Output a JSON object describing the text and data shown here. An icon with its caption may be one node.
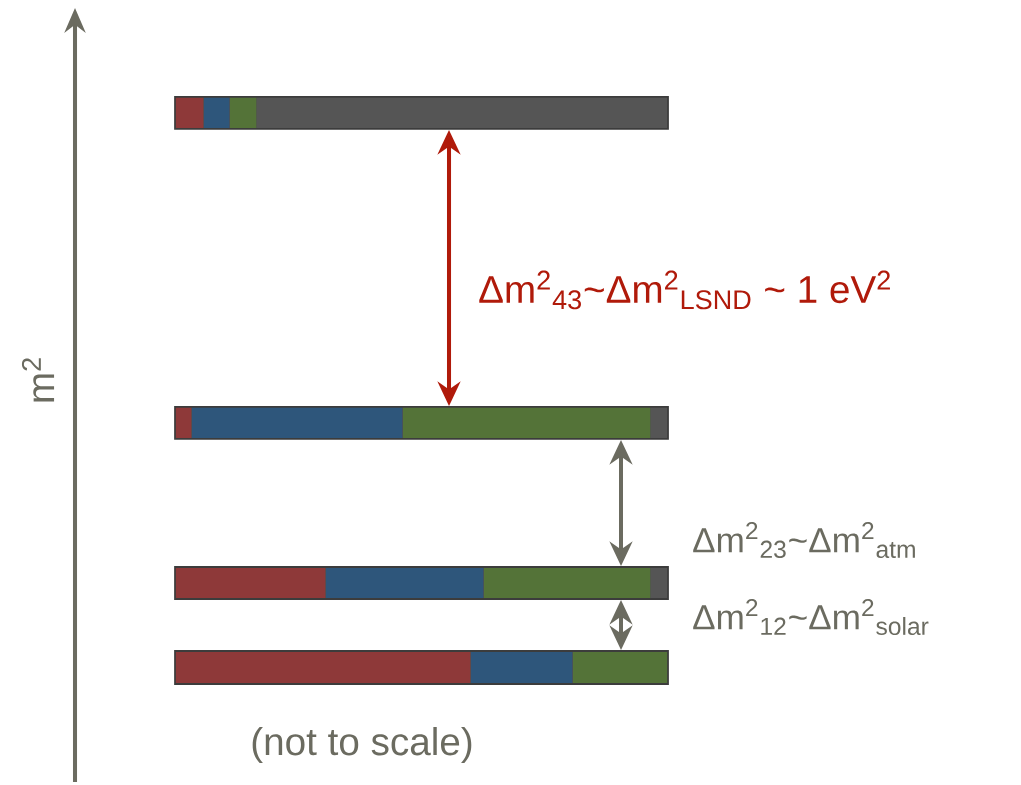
{
  "diagram": {
    "nodes": [
      {
        "text": [],
        "shape": "bar"
      },
      {
        "text": [],
        "shape": "bar"
      },
      {
        "text": [],
        "shape": "bar"
      },
      {
        "text": [],
        "shape": "bar"
      }
    ],
    "edges": [
      {
        "from": 0,
        "to": 1,
        "arrow": "both",
        "label": "Δm$^{2}$$_{43}$~Δm$^{2}$$_{LSND}$ ~ 1 eV$^{2}$",
        "color": "#b01a0a"
      },
      {
        "from": 1,
        "to": 2,
        "arrow": "both",
        "label": "Δm$^{2}$$_{23}$~Δm$^{2}$$_{atm}$"
      },
      {
        "from": 2,
        "to": 3,
        "arrow": "both",
        "label": "Δm$^{2}$$_{12}$~Δm$^{2}$$_{solar}$"
      }
    ],
    "labels": [
      "m$^{2}$",
      "(not to scale)"
    ]
  }
}
